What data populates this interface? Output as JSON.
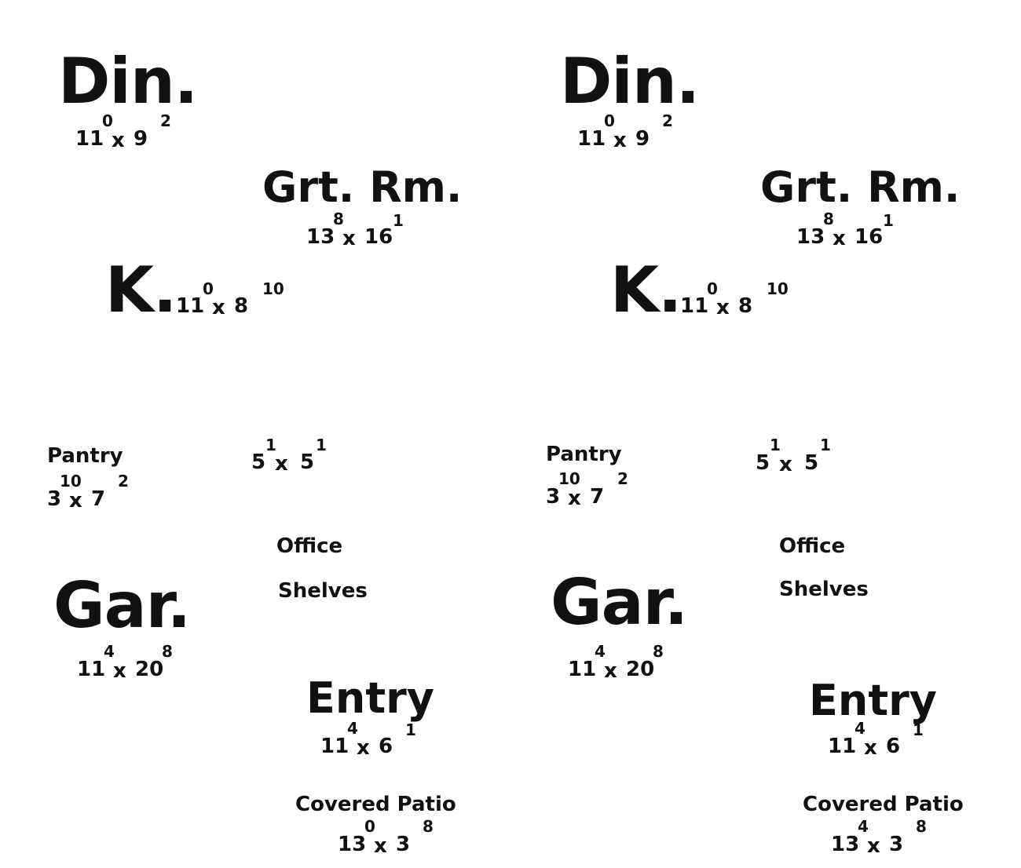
{
  "plans": {
    "left": {
      "dining": {
        "label": "Din.",
        "w": "11",
        "w_in": "0",
        "x": "x",
        "d": "9",
        "d_in": "2"
      },
      "great_room": {
        "label": "Grt. Rm.",
        "w": "13",
        "w_in": "8",
        "x": "x",
        "d": "16",
        "d_in": "1"
      },
      "kitchen": {
        "label": "K.",
        "w": "11",
        "w_in": "0",
        "x": "x",
        "d": "8",
        "d_in": "10"
      },
      "pantry": {
        "label": "Pantry",
        "w": "3",
        "w_in": "10",
        "x": "x",
        "d": "7",
        "d_in": "2"
      },
      "closet": {
        "w": "5",
        "w_in": "1",
        "x": "x",
        "d": "5",
        "d_in": "1"
      },
      "office": {
        "label": "Office"
      },
      "shelves": {
        "label": "Shelves"
      },
      "garage": {
        "label": "Gar.",
        "w": "11",
        "w_in": "4",
        "x": "x",
        "d": "20",
        "d_in": "8"
      },
      "entry": {
        "label": "Entry",
        "w": "11",
        "w_in": "4",
        "x": "x",
        "d": "6",
        "d_in": "1"
      },
      "patio": {
        "label": "Covered Patio",
        "w": "13",
        "w_in": "0",
        "x": "x",
        "d": "3",
        "d_in": "8"
      }
    },
    "right": {
      "dining": {
        "label": "Din.",
        "w": "11",
        "w_in": "0",
        "x": "x",
        "d": "9",
        "d_in": "2"
      },
      "great_room": {
        "label": "Grt. Rm.",
        "w": "13",
        "w_in": "8",
        "x": "x",
        "d": "16",
        "d_in": "1"
      },
      "kitchen": {
        "label": "K.",
        "w": "11",
        "w_in": "0",
        "x": "x",
        "d": "8",
        "d_in": "10"
      },
      "pantry": {
        "label": "Pantry",
        "w": "3",
        "w_in": "10",
        "x": "x",
        "d": "7",
        "d_in": "2"
      },
      "closet": {
        "w": "5",
        "w_in": "1",
        "x": "x",
        "d": "5",
        "d_in": "1"
      },
      "office": {
        "label": "Office"
      },
      "shelves": {
        "label": "Shelves"
      },
      "garage": {
        "label": "Gar.",
        "w": "11",
        "w_in": "4",
        "x": "x",
        "d": "20",
        "d_in": "8"
      },
      "entry": {
        "label": "Entry",
        "w": "11",
        "w_in": "4",
        "x": "x",
        "d": "6",
        "d_in": "1"
      },
      "patio": {
        "label": "Covered Patio",
        "w": "13",
        "w_in": "4",
        "x": "x",
        "d": "3",
        "d_in": "8"
      }
    }
  }
}
